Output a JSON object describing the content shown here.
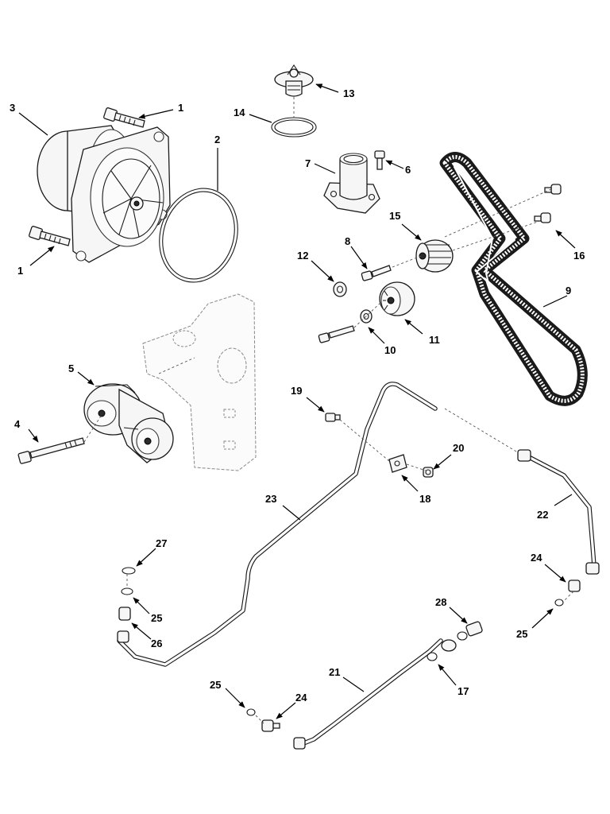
{
  "callouts": [
    {
      "id": "c1a",
      "label": "1"
    },
    {
      "id": "c1b",
      "label": "1"
    },
    {
      "id": "c2",
      "label": "2"
    },
    {
      "id": "c3",
      "label": "3"
    },
    {
      "id": "c4",
      "label": "4"
    },
    {
      "id": "c5",
      "label": "5"
    },
    {
      "id": "c6",
      "label": "6"
    },
    {
      "id": "c7",
      "label": "7"
    },
    {
      "id": "c8",
      "label": "8"
    },
    {
      "id": "c9",
      "label": "9"
    },
    {
      "id": "c10",
      "label": "10"
    },
    {
      "id": "c11",
      "label": "11"
    },
    {
      "id": "c12",
      "label": "12"
    },
    {
      "id": "c13",
      "label": "13"
    },
    {
      "id": "c14",
      "label": "14"
    },
    {
      "id": "c15",
      "label": "15"
    },
    {
      "id": "c16",
      "label": "16"
    },
    {
      "id": "c17",
      "label": "17"
    },
    {
      "id": "c18",
      "label": "18"
    },
    {
      "id": "c19",
      "label": "19"
    },
    {
      "id": "c20",
      "label": "20"
    },
    {
      "id": "c21",
      "label": "21"
    },
    {
      "id": "c22",
      "label": "22"
    },
    {
      "id": "c23",
      "label": "23"
    },
    {
      "id": "c24a",
      "label": "24"
    },
    {
      "id": "c24b",
      "label": "24"
    },
    {
      "id": "c25a",
      "label": "25"
    },
    {
      "id": "c25b",
      "label": "25"
    },
    {
      "id": "c25c",
      "label": "25"
    },
    {
      "id": "c26",
      "label": "26"
    },
    {
      "id": "c27",
      "label": "27"
    },
    {
      "id": "c28",
      "label": "28"
    }
  ]
}
